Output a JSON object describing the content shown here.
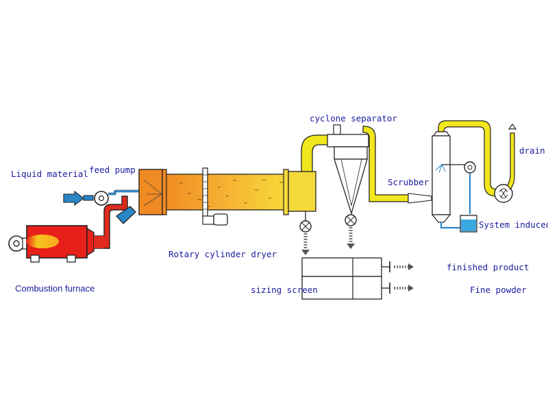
{
  "labels": {
    "liquid_material": "Liquid material",
    "feed_pump": "feed pump",
    "combustion_furnace": "Combustion furnace",
    "rotary_dryer": "Rotary cylinder dryer",
    "cyclone_separator": "cyclone separator",
    "scrubber": "Scrubber",
    "drain": "drain",
    "system_induced": "System induced d",
    "finished_product": "finished product",
    "fine_powder": "Fine powder",
    "sizing_screen": "sizing screen"
  },
  "colors": {
    "label_text": "#1a1aa0",
    "furnace_body": "#e8201a",
    "flame": "#f6c21b",
    "hot_air_duct": "#e02a1e",
    "dryer_orange": "#f39a2a",
    "dryer_yellow": "#f5d93a",
    "gas_pipe": "#f2e61c",
    "liquid_pipe": "#2b86c8",
    "water": "#3aa8e0"
  }
}
